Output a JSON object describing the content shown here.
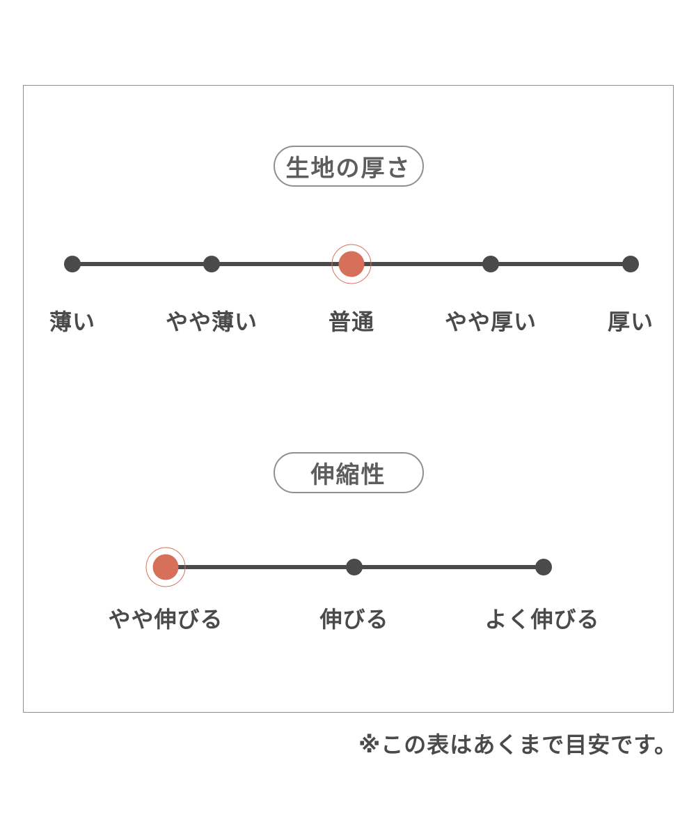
{
  "colors": {
    "accent": "#d6705a",
    "ink": "#4a4a4a",
    "border": "#8f8f8f",
    "title": "#5d5d5d"
  },
  "sections": [
    {
      "title": "生地の厚さ",
      "options": [
        {
          "label": "薄い",
          "selected": false
        },
        {
          "label": "やや薄い",
          "selected": false
        },
        {
          "label": "普通",
          "selected": true
        },
        {
          "label": "やや厚い",
          "selected": false
        },
        {
          "label": "厚い",
          "selected": false
        }
      ]
    },
    {
      "title": "伸縮性",
      "options": [
        {
          "label": "やや伸びる",
          "selected": true
        },
        {
          "label": "伸びる",
          "selected": false
        },
        {
          "label": "よく伸びる",
          "selected": false
        }
      ]
    }
  ],
  "footnote": "※この表はあくまで目安です。"
}
